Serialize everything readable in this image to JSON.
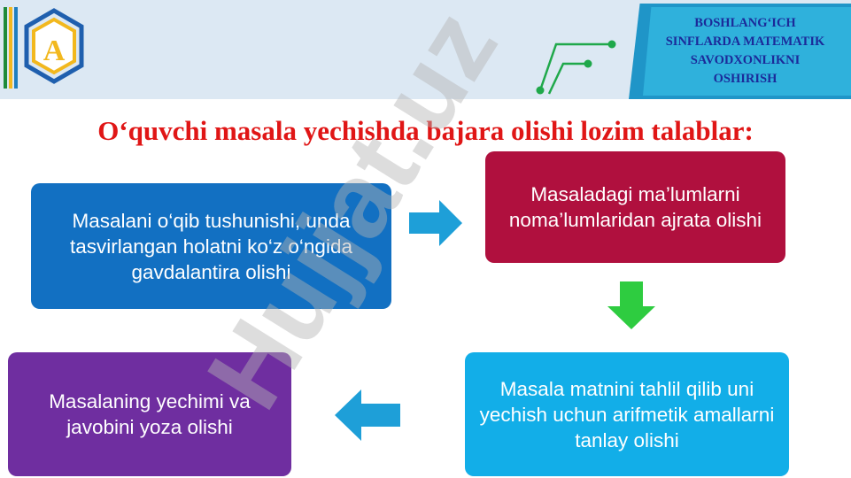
{
  "header": {
    "title_lines": [
      "BOSHLANG‘ICH",
      "SINFLARDA MATEMATIK",
      "SAVODXONLIKNI",
      "OSHIRISH"
    ],
    "logo_letter": "A",
    "colors": {
      "bar": "#dce8f3",
      "title_box": "#2fb1dc",
      "title_text": "#1b2a9a"
    }
  },
  "heading": "O‘quvchi masala yechishda bajara olishi lozim talablar:",
  "steps": [
    {
      "text": "Masalani o‘qib tushunishi, unda tasvirlangan holatni ko‘z o‘ngida gavdalantira olishi",
      "color": "#1270c2"
    },
    {
      "text": "Masaladagi ma’lumlarni noma’lumlaridan ajrata olishi",
      "color": "#b0103e"
    },
    {
      "text": "Masala matnini tahlil qilib uni yechish uchun arifmetik amallarni tanlay olishi",
      "color": "#12aee8"
    },
    {
      "text": "Masalaning yechimi va javobini yoza olishi",
      "color": "#6f2ea0"
    }
  ],
  "arrows": [
    {
      "icon": "arrow-right-icon",
      "color": "#1e9fd8"
    },
    {
      "icon": "arrow-down-icon",
      "color": "#2ecc40"
    },
    {
      "icon": "arrow-left-icon",
      "color": "#1e9fd8"
    }
  ],
  "watermark": "Hujjat.uz"
}
